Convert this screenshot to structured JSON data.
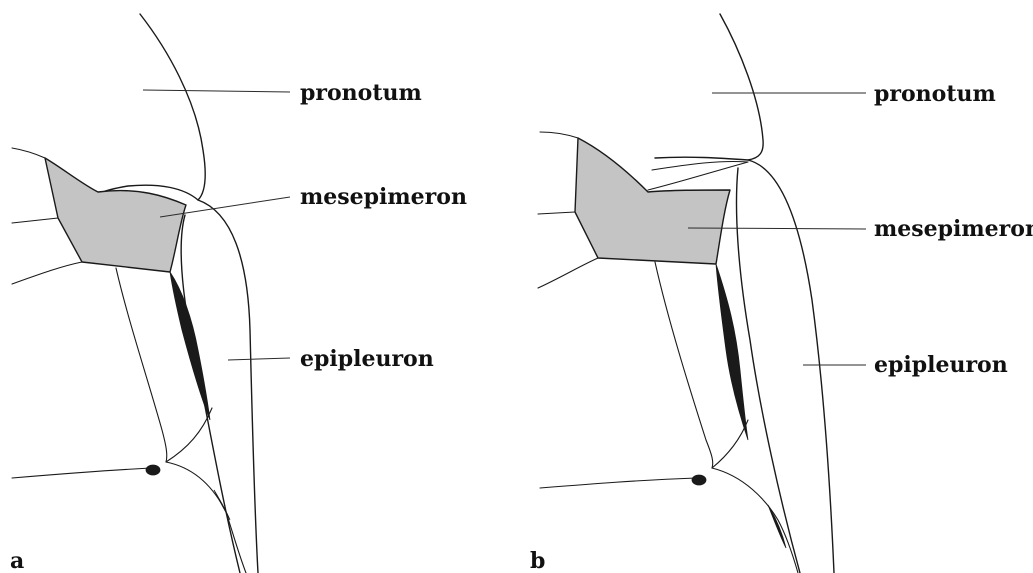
{
  "panels": [
    {
      "letter": "a",
      "labels": {
        "pronotum": "pronotum",
        "mesepimeron": "mesepimeron",
        "epipleuron": "epipleuron"
      }
    },
    {
      "letter": "b",
      "labels": {
        "pronotum": "pronotum",
        "mesepimeron": "mesepimeron",
        "epipleuron": "epipleuron"
      }
    }
  ],
  "colors": {
    "shading": "#c4c4c4",
    "line": "#1a1a1a",
    "background": "#ffffff"
  }
}
